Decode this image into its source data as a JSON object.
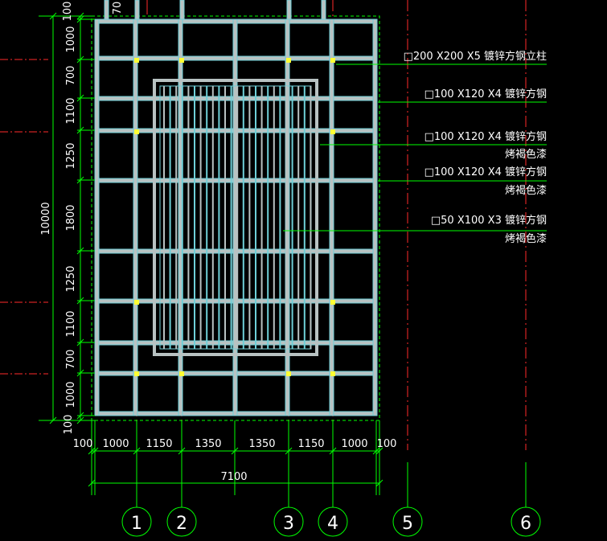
{
  "drawing": {
    "colors": {
      "background": "#000000",
      "steel": "#b8c2c2",
      "steel_edge": "#6fd0d8",
      "dimension": "#00ff00",
      "gridline_red": "#ff2a2a",
      "callout_leader": "#00ff00",
      "text": "#ffffff",
      "column_marker": "#ffff33"
    },
    "top_clipped_dims": [
      "100",
      "70"
    ],
    "left_total": "10000",
    "left_dims": [
      "100",
      "1000",
      "700",
      "1100",
      "1250",
      "1800",
      "1250",
      "1100",
      "700",
      "1000",
      "100"
    ],
    "bottom_dims": [
      "100",
      "1000",
      "1150",
      "1350",
      "1350",
      "1150",
      "1000",
      "100"
    ],
    "bottom_total": "7100",
    "axes": [
      "1",
      "2",
      "3",
      "4",
      "5",
      "6"
    ],
    "callouts": [
      {
        "line1": "□200 X200 X5 镀锌方钢立柱",
        "line2": ""
      },
      {
        "line1": "□100 X120 X4 镀锌方钢",
        "line2": ""
      },
      {
        "line1": "□100 X120 X4 镀锌方钢",
        "line2": "烤褐色漆"
      },
      {
        "line1": "□100 X120 X4 镀锌方钢",
        "line2": "烤褐色漆"
      },
      {
        "line1": "□50 X100 X3 镀锌方钢",
        "line2": "烤褐色漆"
      }
    ]
  }
}
